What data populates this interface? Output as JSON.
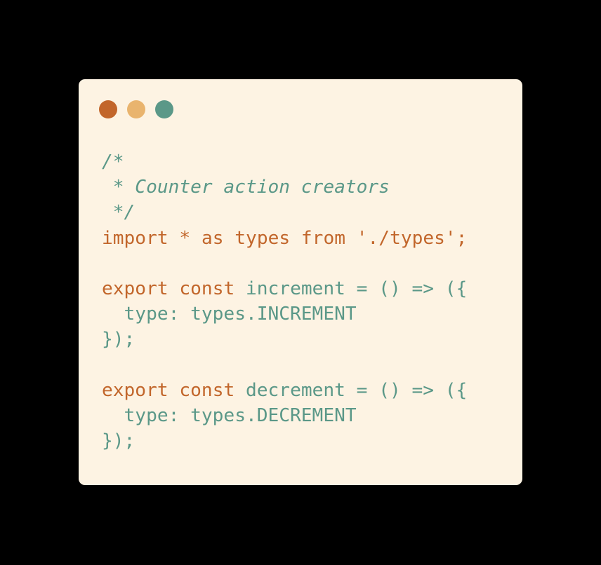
{
  "colors": {
    "background": "#000000",
    "window_bg": "#fdf3e3",
    "dot_red": "#c2662b",
    "dot_yellow": "#e9b46e",
    "dot_green": "#5b9888",
    "keyword": "#c2662b",
    "text": "#5b9888"
  },
  "window_controls": [
    {
      "name": "close-dot",
      "color": "#c2662b"
    },
    {
      "name": "minimize-dot",
      "color": "#e9b46e"
    },
    {
      "name": "maximize-dot",
      "color": "#5b9888"
    }
  ],
  "code": {
    "lines": [
      [
        {
          "t": "comment",
          "v": "/*"
        }
      ],
      [
        {
          "t": "comment",
          "v": " * Counter action creators"
        }
      ],
      [
        {
          "t": "comment",
          "v": " */"
        }
      ],
      [
        {
          "t": "keyword",
          "v": "import"
        },
        {
          "t": "plain",
          "v": " "
        },
        {
          "t": "keyword",
          "v": "*"
        },
        {
          "t": "plain",
          "v": " "
        },
        {
          "t": "keyword",
          "v": "as"
        },
        {
          "t": "plain",
          "v": " "
        },
        {
          "t": "keyword",
          "v": "types"
        },
        {
          "t": "plain",
          "v": " "
        },
        {
          "t": "keyword",
          "v": "from"
        },
        {
          "t": "plain",
          "v": " "
        },
        {
          "t": "string",
          "v": "'./types'"
        },
        {
          "t": "keyword",
          "v": ";"
        }
      ],
      [],
      [
        {
          "t": "keyword",
          "v": "export"
        },
        {
          "t": "plain",
          "v": " "
        },
        {
          "t": "keyword",
          "v": "const"
        },
        {
          "t": "plain",
          "v": " increment = () => ({"
        }
      ],
      [
        {
          "t": "plain",
          "v": "  type: types.INCREMENT"
        }
      ],
      [
        {
          "t": "plain",
          "v": "});"
        }
      ],
      [],
      [
        {
          "t": "keyword",
          "v": "export"
        },
        {
          "t": "plain",
          "v": " "
        },
        {
          "t": "keyword",
          "v": "const"
        },
        {
          "t": "plain",
          "v": " decrement = () => ({"
        }
      ],
      [
        {
          "t": "plain",
          "v": "  type: types.DECREMENT"
        }
      ],
      [
        {
          "t": "plain",
          "v": "});"
        }
      ]
    ]
  }
}
